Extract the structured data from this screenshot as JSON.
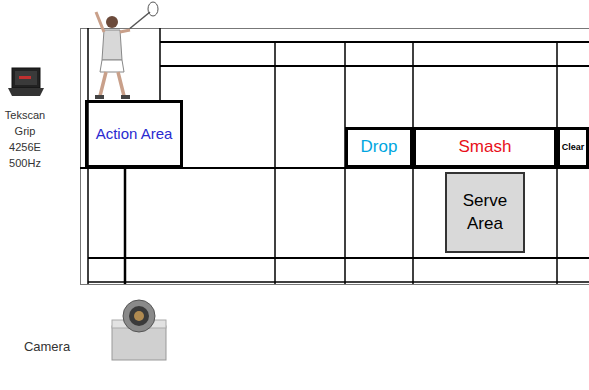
{
  "diagram": {
    "nodes": [
      {
        "text": [
          "Action Area"
        ]
      },
      {
        "text": [
          "Drop"
        ]
      },
      {
        "text": [
          "Smash"
        ]
      },
      {
        "text": [
          "Clear"
        ]
      },
      {
        "text": [
          "Serve Area"
        ]
      }
    ],
    "labels": [
      "Tekscan Grip 4256E 500Hz",
      "Camera"
    ]
  }
}
